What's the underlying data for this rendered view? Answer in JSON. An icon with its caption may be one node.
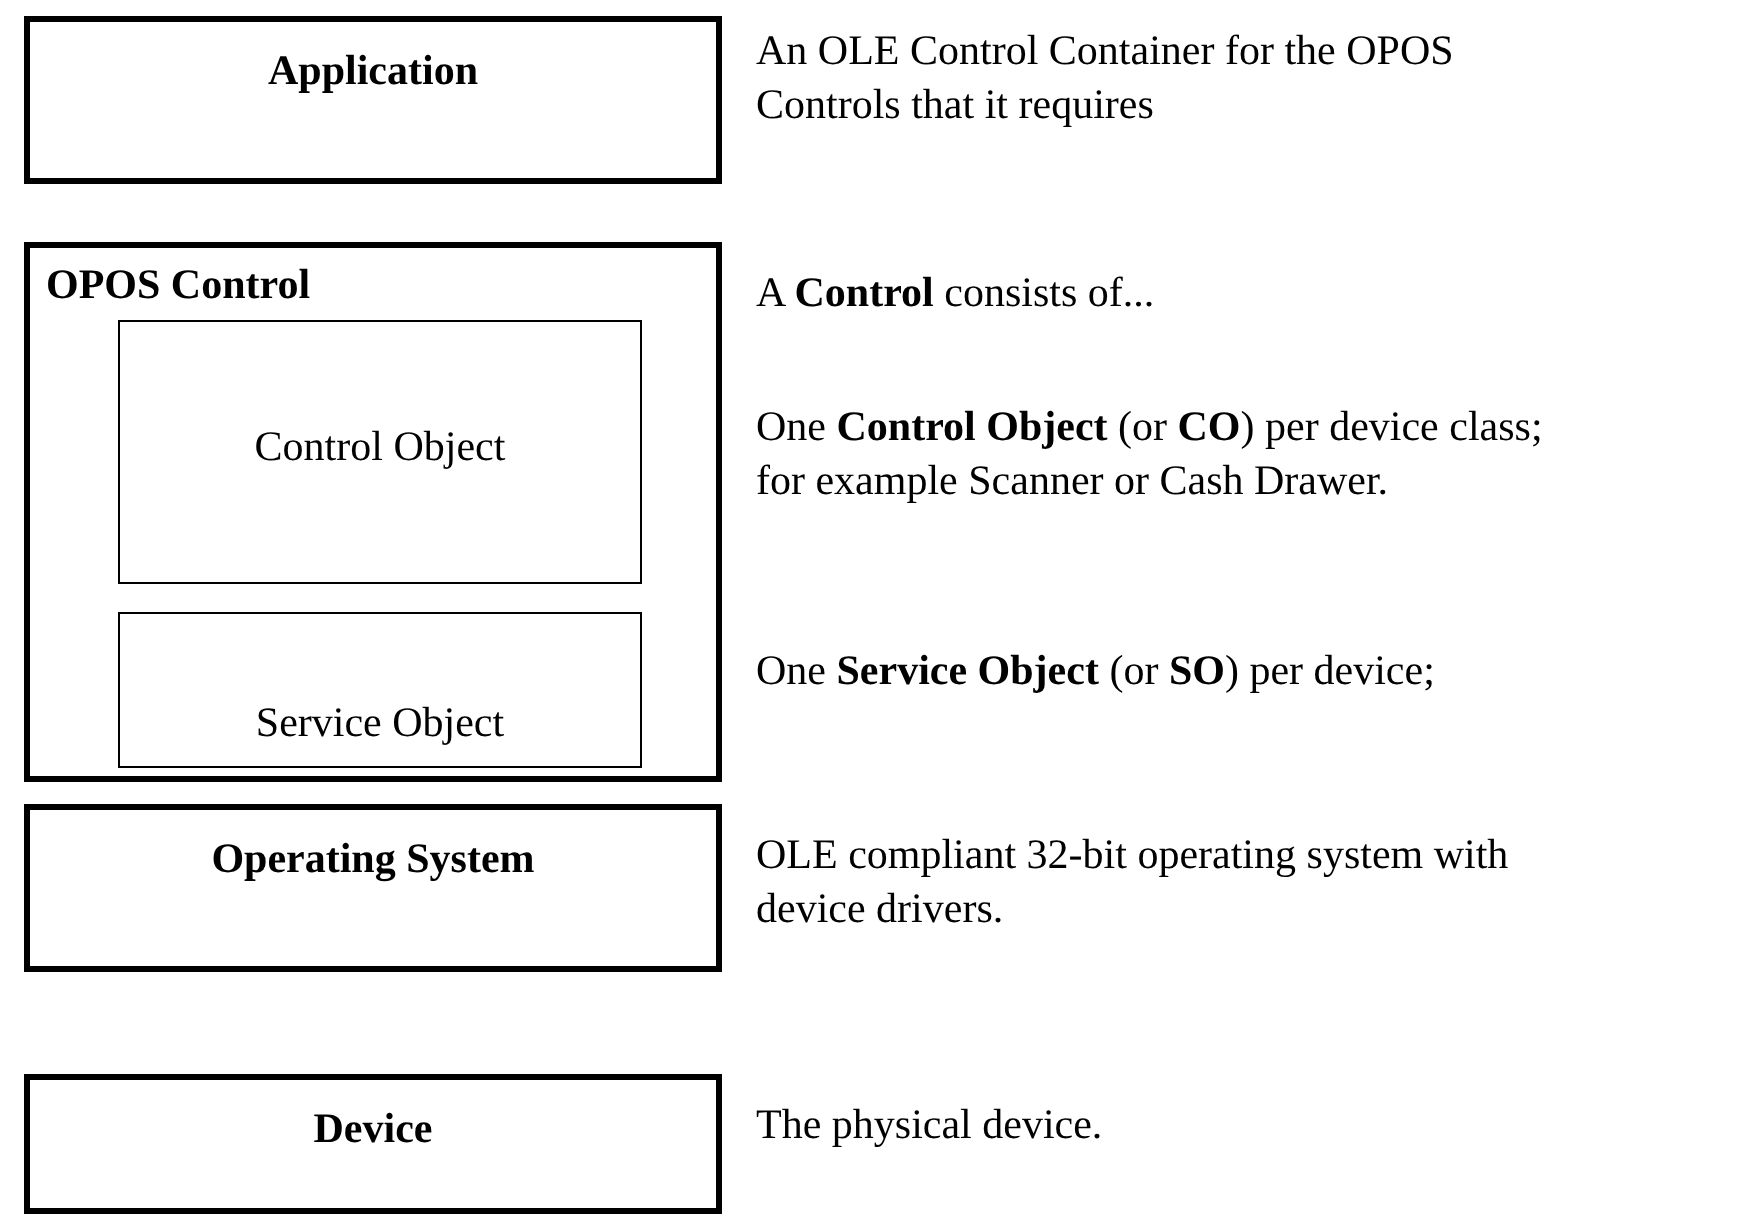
{
  "diagram": {
    "nodes": [
      {
        "text": [
          "Application"
        ],
        "beside": [
          "An OLE Control Container for the OPOS Controls that it requires"
        ]
      },
      {
        "text": [
          "OPOS Control"
        ],
        "beside": [
          "A **Control** consists of...",
          "One **Control Object** (or **CO**) per device class; for example Scanner or Cash Drawer.",
          "One **Service Object** (or **SO**) per device;"
        ]
      },
      {
        "text": [
          "Control Object"
        ],
        "in": 1
      },
      {
        "text": [
          "Service Object"
        ],
        "in": 1
      },
      {
        "text": [
          "Operating System"
        ],
        "beside": [
          "OLE compliant 32-bit operating system with device drivers."
        ]
      },
      {
        "text": [
          "Device"
        ],
        "beside": [
          "The physical device."
        ]
      }
    ]
  }
}
